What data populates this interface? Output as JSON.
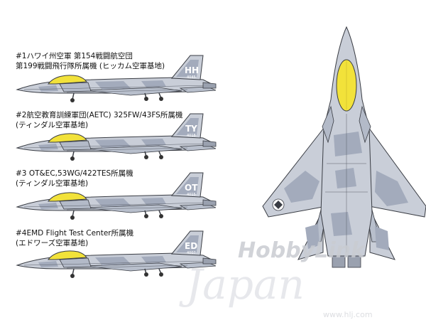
{
  "aircraft": [
    {
      "line1": "#1ハワイ州空軍 第154戦闘航空団",
      "line2": "第199戦闘飛行隊所属機 (ヒッカム空軍基地)",
      "tail_code": "HH",
      "tail_serial": "4045"
    },
    {
      "line1": "#2航空教育訓練軍団(AETC) 325FW/43FS所属機",
      "line2": "(ティンダル空軍基地)",
      "tail_code": "TY",
      "tail_serial": "4018"
    },
    {
      "line1": "#3 OT&EC,53WG/422TES所属機",
      "line2": "(ティンダル空軍基地)",
      "tail_code": "OT",
      "tail_serial": "4015"
    },
    {
      "line1": "#4EMD Flight Test Center所属機",
      "line2": "(エドワーズ空軍基地)",
      "tail_code": "ED",
      "tail_serial": "4007"
    }
  ],
  "watermark": {
    "brand": "HobbyLink",
    "script": "Japan",
    "url": "www.hlj.com"
  },
  "colors": {
    "camo_light": "#c9ced8",
    "camo_dark": "#a3abbc",
    "canopy": "#f2e23a",
    "outline": "#3a3d44"
  }
}
